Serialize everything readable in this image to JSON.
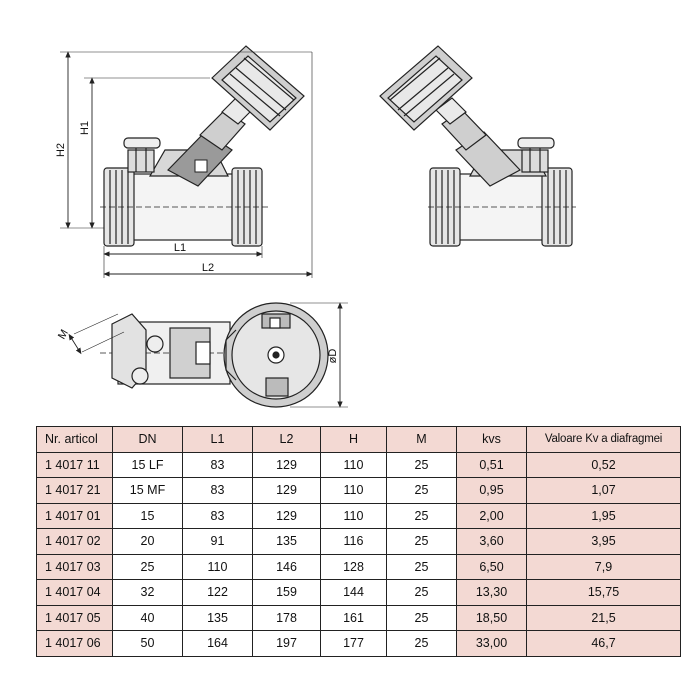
{
  "drawing": {
    "dimension_labels": {
      "h1": "H1",
      "h2": "H2",
      "l1": "L1",
      "l2": "L2",
      "m": "M",
      "d": "øD"
    }
  },
  "table": {
    "headers": [
      "Nr. articol",
      "DN",
      "L1",
      "L2",
      "H",
      "M",
      "kvs",
      "Valoare Kv a diafragmei"
    ],
    "rows": [
      [
        "1 4017 11",
        "15 LF",
        "83",
        "129",
        "110",
        "25",
        "0,51",
        "0,52"
      ],
      [
        "1 4017 21",
        "15 MF",
        "83",
        "129",
        "110",
        "25",
        "0,95",
        "1,07"
      ],
      [
        "1 4017 01",
        "15",
        "83",
        "129",
        "110",
        "25",
        "2,00",
        "1,95"
      ],
      [
        "1 4017 02",
        "20",
        "91",
        "135",
        "116",
        "25",
        "3,60",
        "3,95"
      ],
      [
        "1 4017 03",
        "25",
        "110",
        "146",
        "128",
        "25",
        "6,50",
        "7,9"
      ],
      [
        "1 4017 04",
        "32",
        "122",
        "159",
        "144",
        "25",
        "13,30",
        "15,75"
      ],
      [
        "1 4017 05",
        "40",
        "135",
        "178",
        "161",
        "25",
        "18,50",
        "21,5"
      ],
      [
        "1 4017 06",
        "50",
        "164",
        "197",
        "177",
        "25",
        "33,00",
        "46,7"
      ]
    ]
  }
}
